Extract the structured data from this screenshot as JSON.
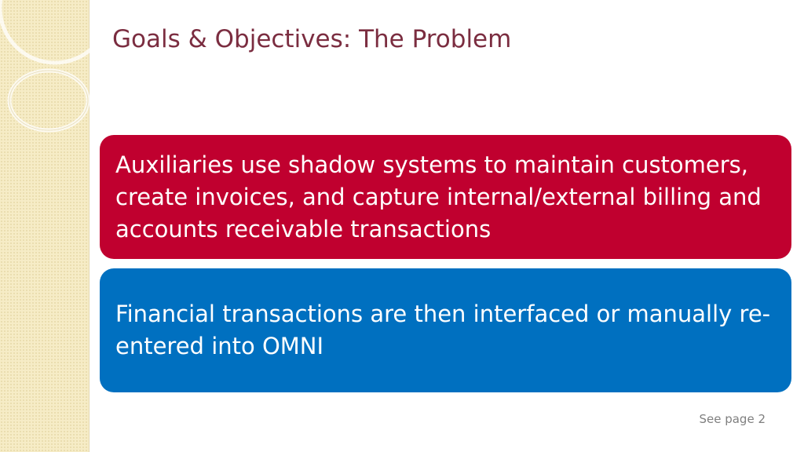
{
  "slide": {
    "title": "Goals & Objectives: The Problem",
    "boxes": [
      {
        "text": "Auxiliaries use shadow systems to maintain customers, create invoices, and capture internal/external billing and accounts receivable transactions",
        "color": "#c0002f"
      },
      {
        "text": "Financial transactions are then interfaced or manually re-entered into OMNI",
        "color": "#0070c0"
      }
    ],
    "footnote": "See page 2"
  },
  "theme": {
    "title_color": "#7b2d40",
    "side_strip_color": "#f6ecc6"
  }
}
